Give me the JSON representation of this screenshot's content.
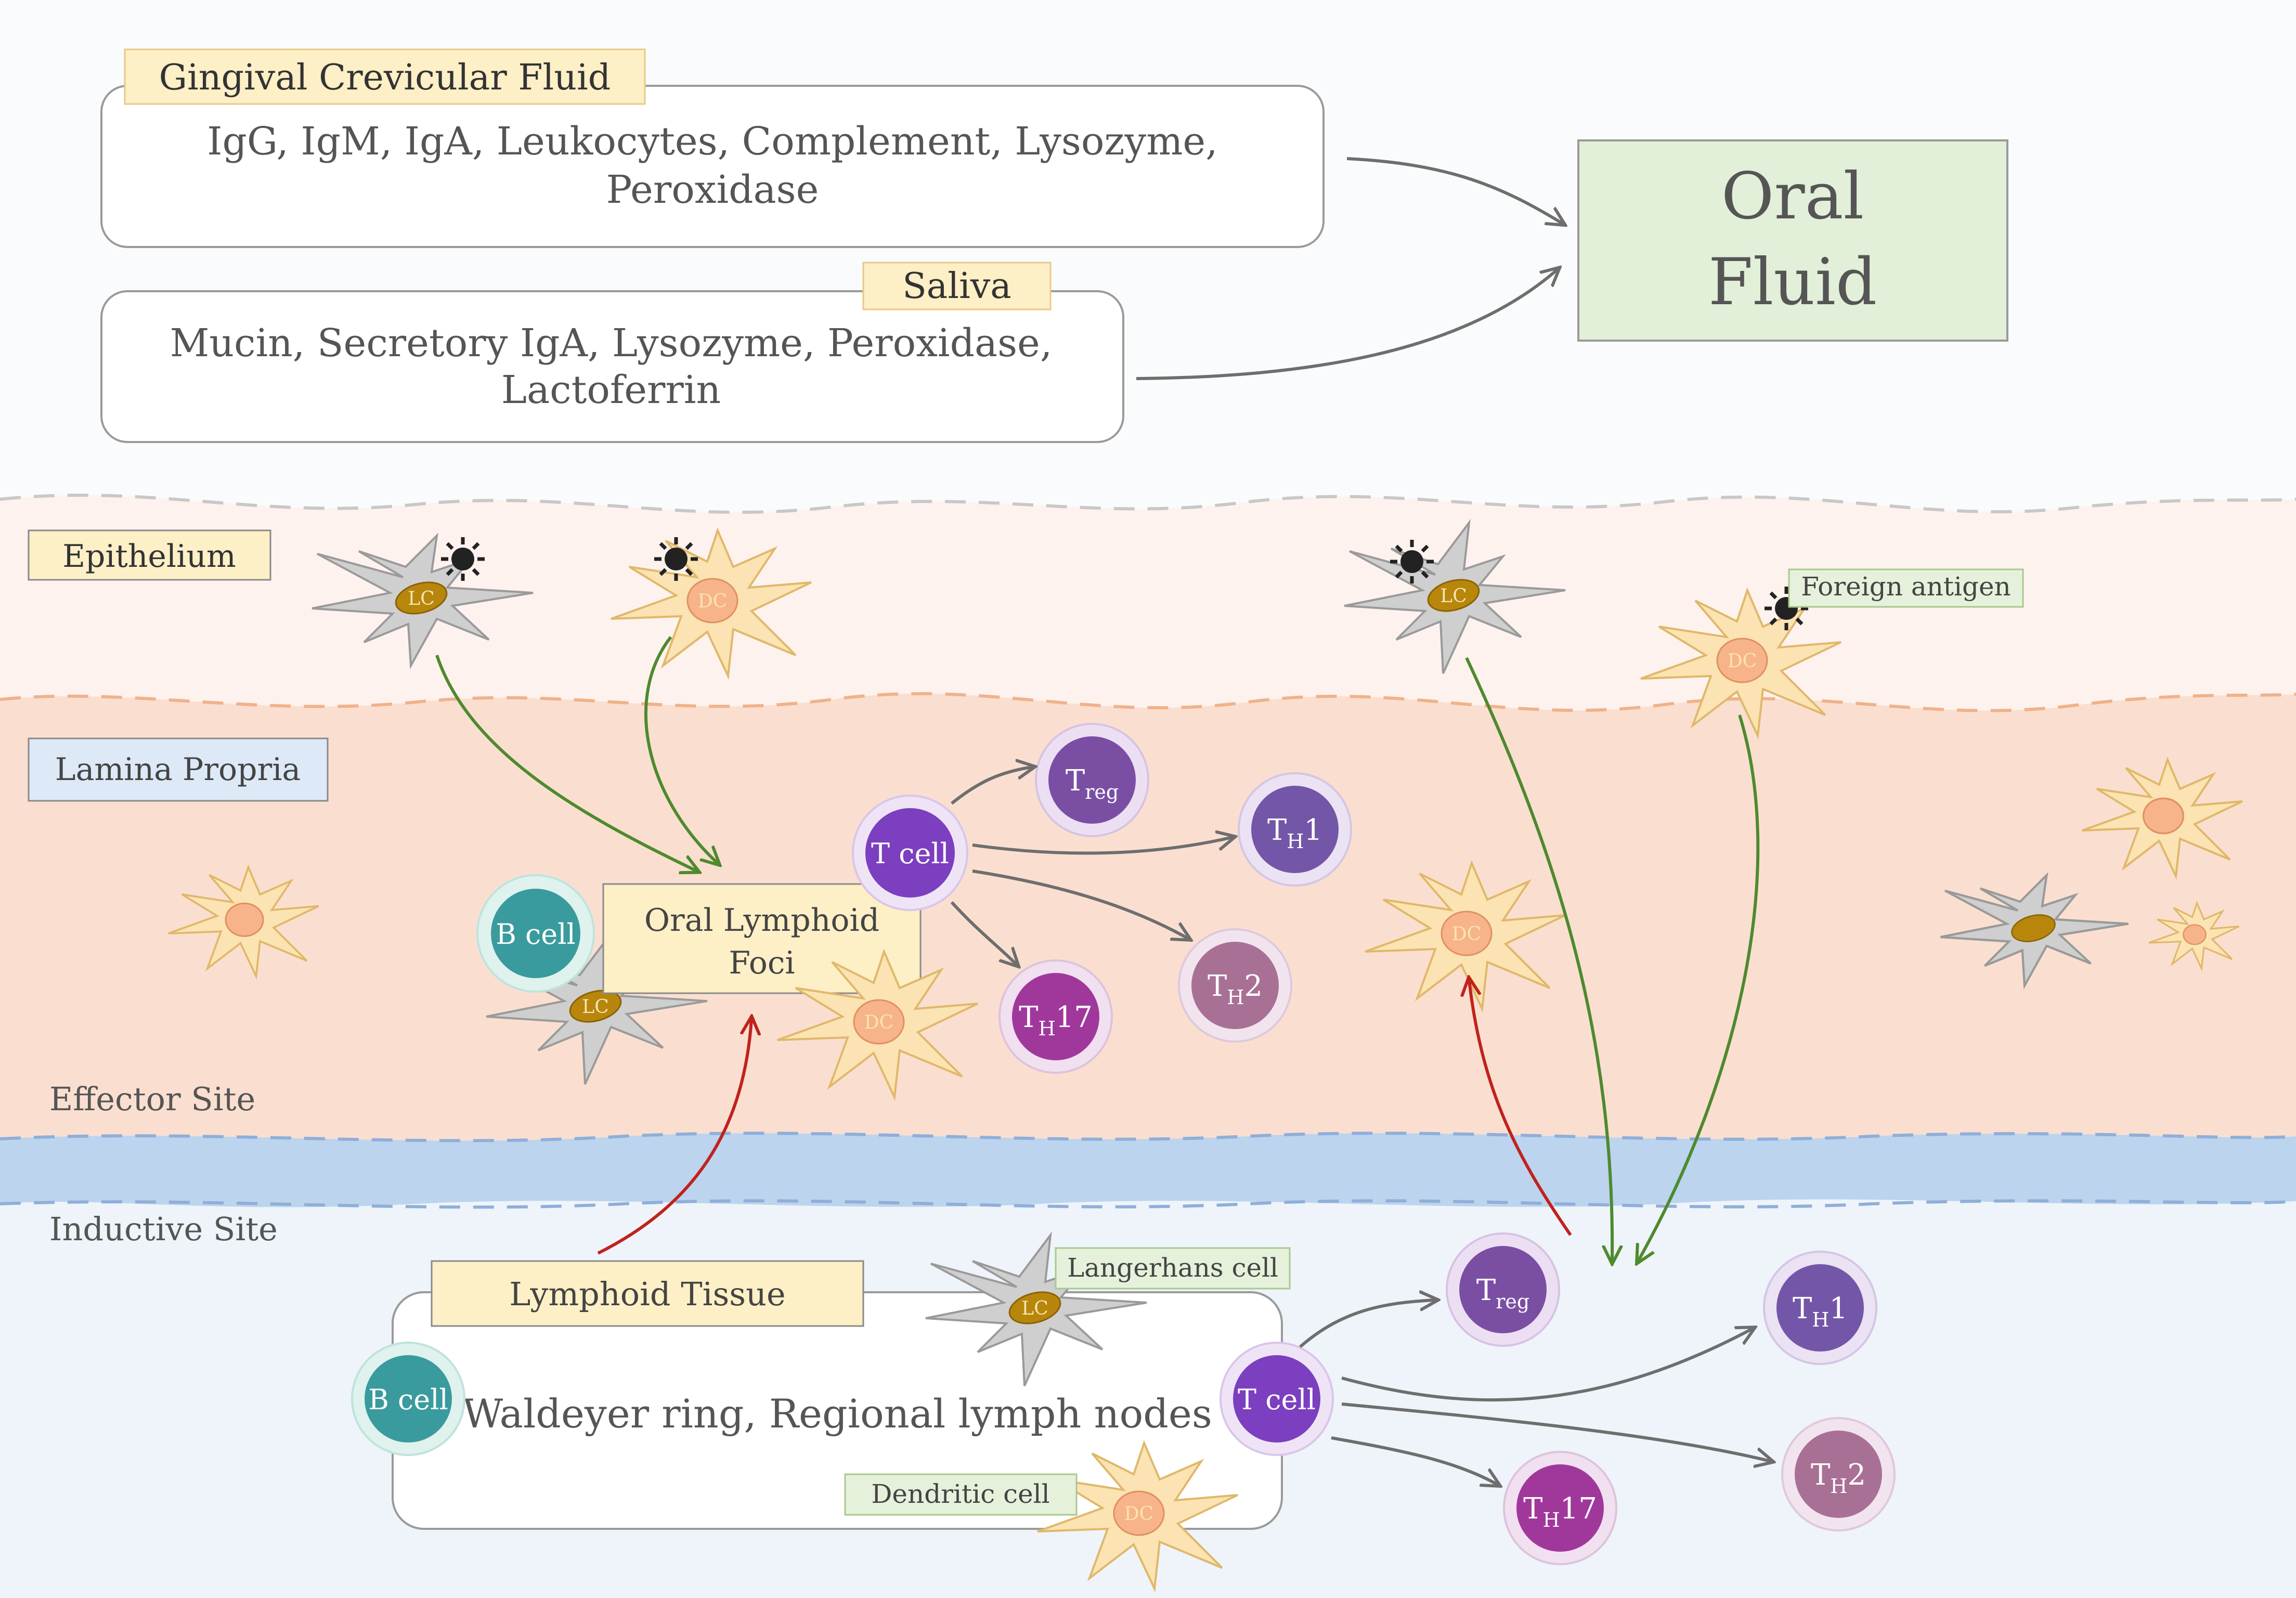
{
  "fluids": {
    "gcf": {
      "label": "Gingival Crevicular Fluid",
      "line1": "IgG, IgM, IgA, Leukocytes, Complement, Lysozyme,",
      "line2": "Peroxidase"
    },
    "saliva": {
      "label": "Saliva",
      "line1": "Mucin, Secretory IgA, Lysozyme, Peroxidase,",
      "line2": "Lactoferrin"
    },
    "oral_fluid": {
      "line1": "Oral",
      "line2": "Fluid"
    }
  },
  "layers": {
    "epithelium": "Epithelium",
    "lamina_propria": "Lamina Propria",
    "effector_site": "Effector Site",
    "inductive_site": "Inductive Site"
  },
  "effector": {
    "foci_line1": "Oral Lymphoid",
    "foci_line2": "Foci",
    "b_cell": "B cell",
    "t_cell": "T cell",
    "lc": "LC",
    "dc": "DC",
    "treg": {
      "main": "T",
      "sub": "reg"
    },
    "th1": {
      "main": "T",
      "sub": "H",
      "tail": "1"
    },
    "th2": {
      "main": "T",
      "sub": "H",
      "tail": "2"
    },
    "th17": {
      "main": "T",
      "sub": "H",
      "tail": "17"
    }
  },
  "inductive": {
    "tissue_label": "Lymphoid Tissue",
    "tissue_text": "Waldeyer ring, Regional lymph nodes",
    "langerhans_label": "Langerhans cell",
    "dendritic_label": "Dendritic cell",
    "b_cell": "B cell",
    "t_cell": "T cell"
  },
  "foreign_antigen_label": "Foreign antigen",
  "colors": {
    "epithelium_bg": "#fdf2ee",
    "lamina_bg": "#fadfd0",
    "boundary_band": "#bcd4ee",
    "inductive_bg": "#eef4fa",
    "label_yellow": "#fdefc6",
    "label_blue": "#dde9f6",
    "label_green": "#e6f1dc",
    "oral_fluid_bg": "#e2efd9",
    "b_cell": "#3a9b9e",
    "t_cell": "#7c3fbf",
    "treg": "#7a4fa3",
    "th1": "#7356a8",
    "th2": "#a97095",
    "th17": "#a0389c",
    "lc_nucleus": "#b8860b",
    "dc_body": "#fbe3b3",
    "lc_body": "#cfcfcf",
    "arrow_green": "#4e8a2e",
    "arrow_red": "#c0221e",
    "arrow_gray": "#6e6e6e"
  }
}
